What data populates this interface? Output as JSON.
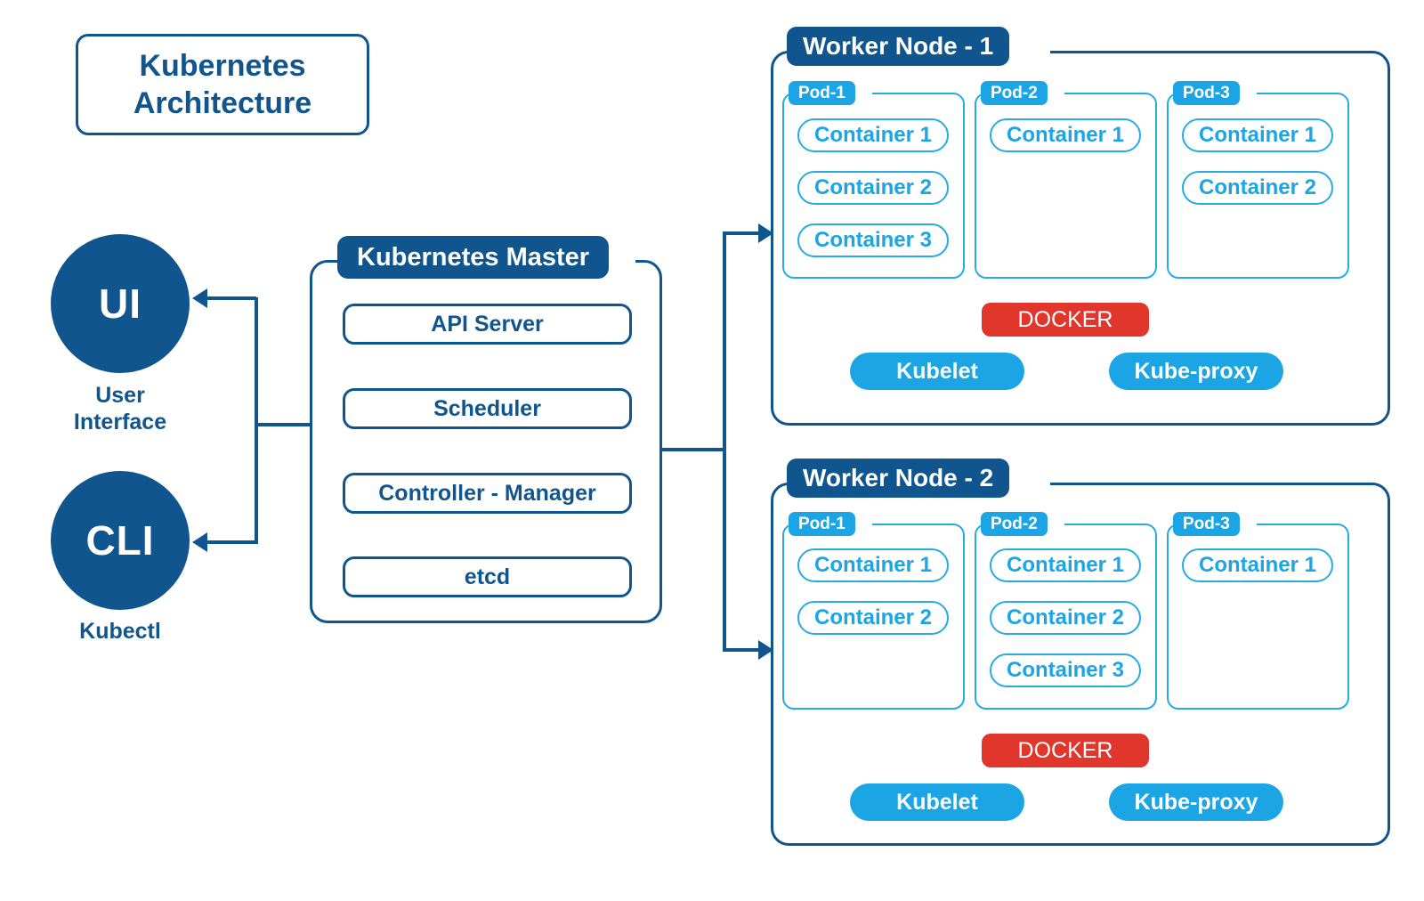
{
  "diagram": {
    "title_line1": "Kubernetes",
    "title_line2": "Architecture"
  },
  "clients": [
    {
      "abbr": "UI",
      "caption_line1": "User",
      "caption_line2": "Interface"
    },
    {
      "abbr": "CLI",
      "caption_line1": "Kubectl",
      "caption_line2": ""
    }
  ],
  "master": {
    "badge": "Kubernetes Master",
    "components": [
      {
        "label": "API Server"
      },
      {
        "label": "Scheduler"
      },
      {
        "label": "Controller - Manager"
      },
      {
        "label": "etcd"
      }
    ]
  },
  "workers": [
    {
      "badge": "Worker Node - 1",
      "pods": [
        {
          "badge": "Pod-1",
          "containers": [
            "Container 1",
            "Container 2",
            "Container 3"
          ]
        },
        {
          "badge": "Pod-2",
          "containers": [
            "Container 1"
          ]
        },
        {
          "badge": "Pod-3",
          "containers": [
            "Container 1",
            "Container 2"
          ]
        }
      ],
      "runtime": "DOCKER",
      "services": [
        "Kubelet",
        "Kube-proxy"
      ]
    },
    {
      "badge": "Worker Node - 2",
      "pods": [
        {
          "badge": "Pod-1",
          "containers": [
            "Container 1",
            "Container 2"
          ]
        },
        {
          "badge": "Pod-2",
          "containers": [
            "Container 1",
            "Container 2",
            "Container 3"
          ]
        },
        {
          "badge": "Pod-3",
          "containers": [
            "Container 1"
          ]
        }
      ],
      "runtime": "DOCKER",
      "services": [
        "Kubelet",
        "Kube-proxy"
      ]
    }
  ],
  "colors": {
    "dark_blue": "#10558d",
    "light_blue": "#1CA5E5",
    "container_blue": "#29ABE2",
    "docker_red": "#e0362c",
    "background": "#ffffff"
  }
}
